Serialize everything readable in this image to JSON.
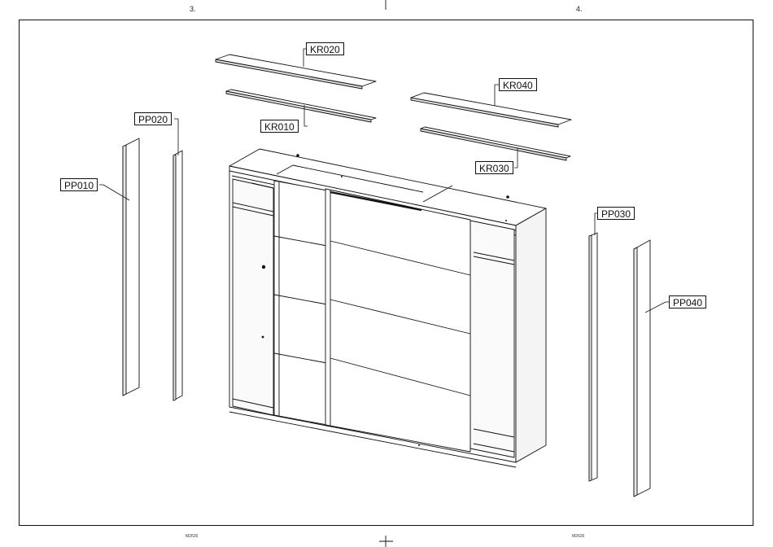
{
  "page": {
    "left_number": "3.",
    "right_number": "4.",
    "footer_left": "M2626",
    "footer_right": "M2626"
  },
  "parts": {
    "kr020": "KR020",
    "kr010": "KR010",
    "kr040": "KR040",
    "kr030": "KR030",
    "pp020": "PP020",
    "pp010": "PP010",
    "pp030": "PP030",
    "pp040": "PP040"
  }
}
